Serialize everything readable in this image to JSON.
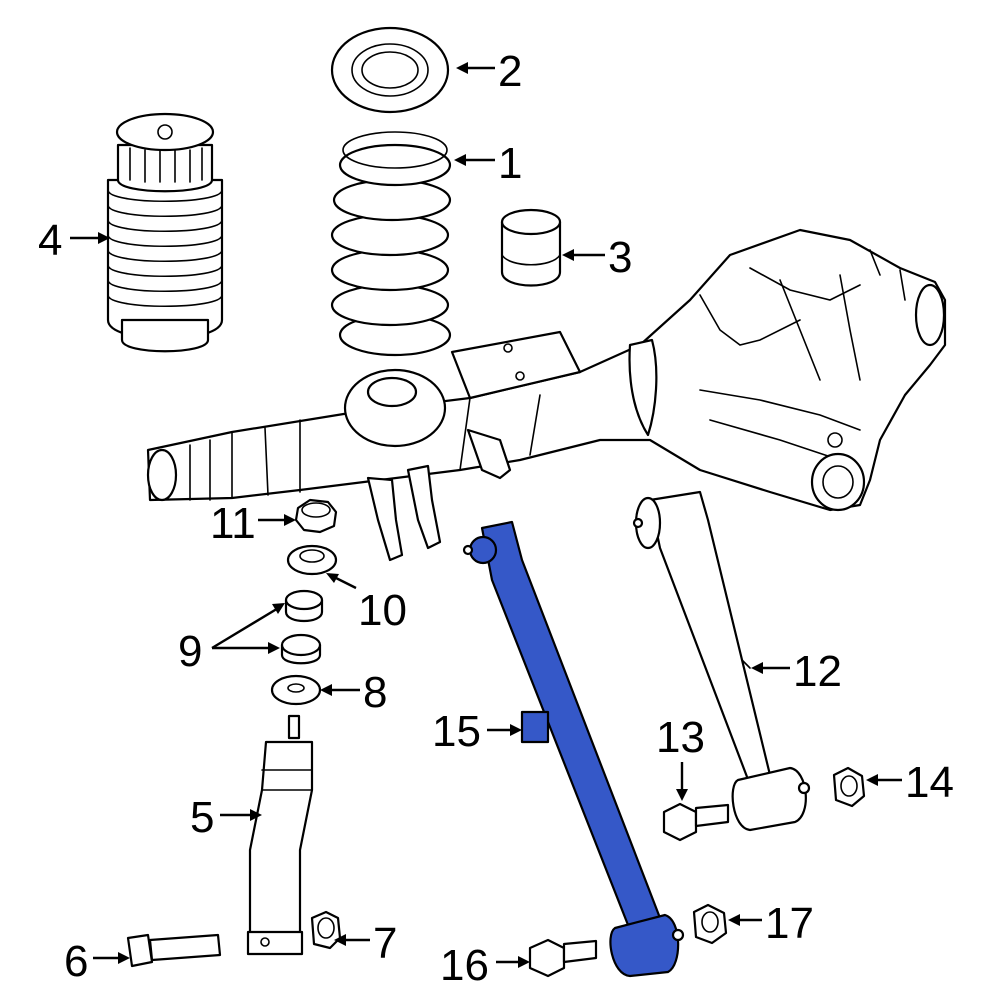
{
  "colors": {
    "highlight": "#3558c8",
    "line": "#000000",
    "background": "#ffffff"
  },
  "callouts": [
    {
      "id": "c1",
      "label": "1",
      "part": "coil-spring"
    },
    {
      "id": "c2",
      "label": "2",
      "part": "spring-seat"
    },
    {
      "id": "c3",
      "label": "3",
      "part": "bump-stop"
    },
    {
      "id": "c4",
      "label": "4",
      "part": "air-spring"
    },
    {
      "id": "c5",
      "label": "5",
      "part": "shock-absorber"
    },
    {
      "id": "c6",
      "label": "6",
      "part": "shock-lower-bolt"
    },
    {
      "id": "c7",
      "label": "7",
      "part": "shock-lower-nut"
    },
    {
      "id": "c8",
      "label": "8",
      "part": "washer"
    },
    {
      "id": "c9",
      "label": "9",
      "part": "insulators"
    },
    {
      "id": "c10",
      "label": "10",
      "part": "retainer"
    },
    {
      "id": "c11",
      "label": "11",
      "part": "shock-upper-nut"
    },
    {
      "id": "c12",
      "label": "12",
      "part": "upper-control-arm"
    },
    {
      "id": "c13",
      "label": "13",
      "part": "upper-arm-bolt"
    },
    {
      "id": "c14",
      "label": "14",
      "part": "upper-arm-nut"
    },
    {
      "id": "c15",
      "label": "15",
      "part": "lower-control-arm"
    },
    {
      "id": "c16",
      "label": "16",
      "part": "lower-arm-bolt"
    },
    {
      "id": "c17",
      "label": "17",
      "part": "lower-arm-nut"
    }
  ]
}
